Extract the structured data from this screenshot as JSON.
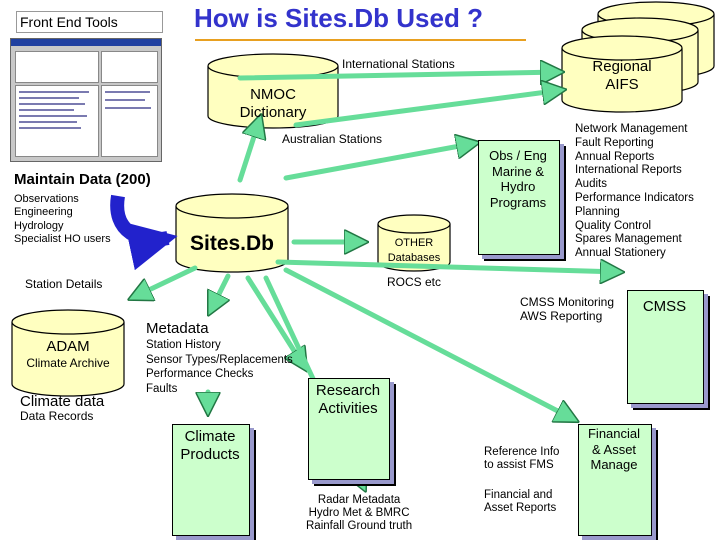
{
  "header": {
    "title": "How is Sites.Db Used ?",
    "front_end_tools": "Front End Tools"
  },
  "nodes": {
    "regional_aifs": "Regional\nAIFS",
    "nmoc_dictionary": "NMOC\nDictionary",
    "sitesdb": "Sites.Db",
    "other_databases_title": "OTHER",
    "other_databases_sub": "Databases",
    "adam_title": "ADAM",
    "adam_sub": "Climate Archive",
    "obs_eng": "Obs / Eng\nMarine &\nHydro\nPrograms",
    "cmss": "CMSS",
    "climate_products": "Climate\nProducts",
    "research_activities": "Research\nActivities",
    "financial_asset": "Financial\n& Asset\nManage"
  },
  "labels": {
    "international_stations": "International Stations",
    "australian_stations": "Australian Stations",
    "maintain_data": "Maintain Data (200)",
    "maintainers": "Observations\nEngineering\nHydrology\nSpecialist HO users",
    "station_details": "Station Details",
    "rocs": "ROCS etc",
    "metadata_title": "Metadata",
    "metadata_items": "Station History\nSensor Types/Replacements\nPerformance Checks\nFaults",
    "climate_data_title": "Climate data",
    "climate_data_sub": "Data Records",
    "cmss_monitoring": "CMSS Monitoring\nAWS Reporting",
    "network_management": "Network Management\nFault Reporting\nAnnual Reports\nInternational Reports\nAudits\nPerformance Indicators\nPlanning\nQuality Control\nSpares Management\nAnnual Stationery",
    "reference_info": "Reference Info\nto assist FMS",
    "financial_asset_reports": "Financial and\nAsset Reports",
    "radar_metadata": "Radar Metadata\nHydro Met & BMRC\nRainfall Ground truth"
  },
  "colors": {
    "title": "#3333cc",
    "title_underline": "#e8a020",
    "cylinder_fill": "#ffffc0",
    "box_fill": "#ccffcc",
    "box_shadow": "#9999cc",
    "arrow_green": "#66dd99",
    "arrow_blue": "#2222cc"
  }
}
